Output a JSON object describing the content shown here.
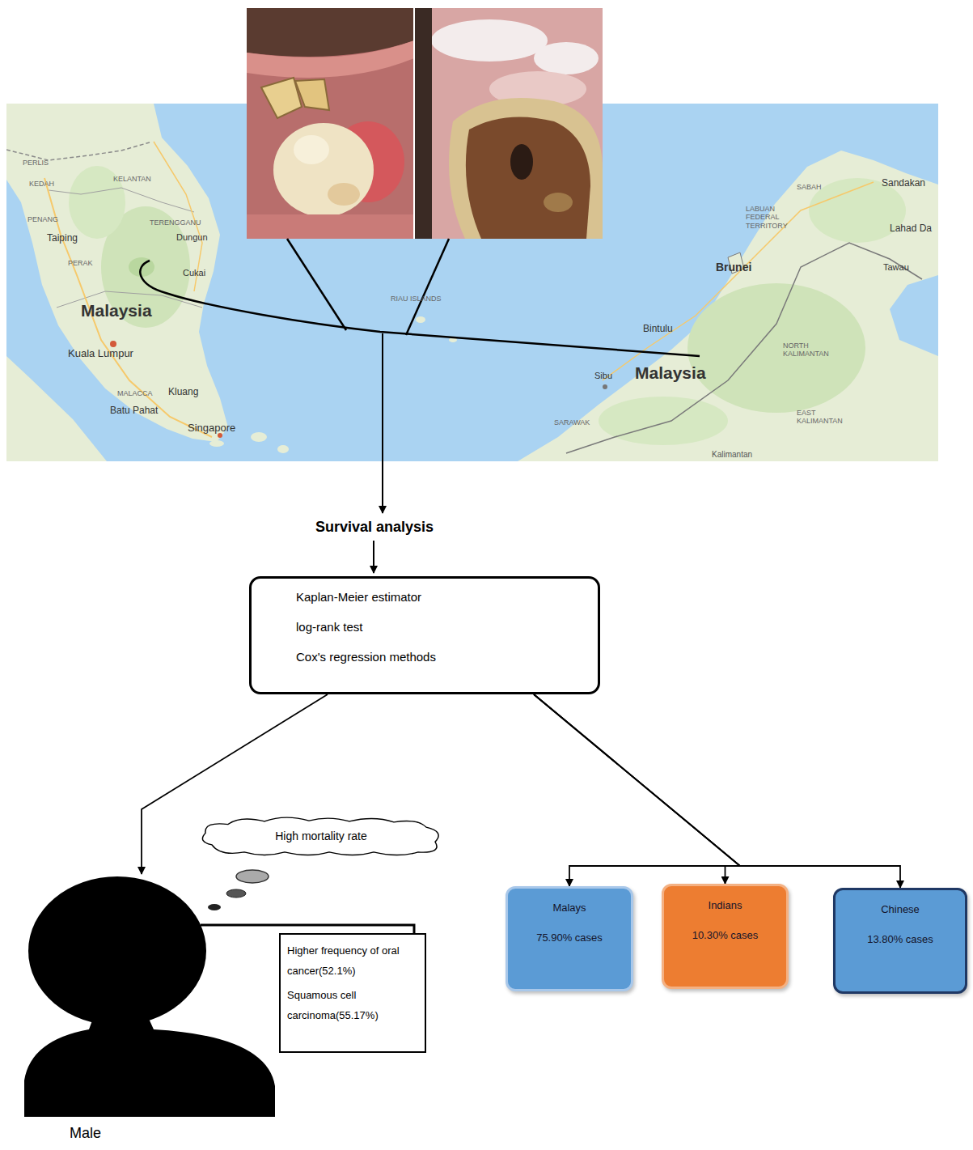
{
  "diagram": {
    "nodes": [
      {
        "text": [
          "Kaplan-Meier estimator",
          "log-rank test",
          "Cox's regression methods"
        ]
      },
      {
        "text": [
          "High mortality rate"
        ]
      },
      {
        "text": [
          "Male"
        ]
      },
      {
        "text": [
          "Higher frequency of oral cancer(52.1%)",
          "Squamous cell carcinoma(55.17%)"
        ]
      },
      {
        "text": [
          "Malays",
          "75.90% cases"
        ]
      },
      {
        "text": [
          "Indians",
          "10.30% cases"
        ]
      },
      {
        "text": [
          "Chinese",
          "13.80% cases"
        ]
      }
    ],
    "edges": [
      {
        "from": 0,
        "to": 2,
        "arrow": "to"
      },
      {
        "from": 0,
        "to": 4,
        "arrow": "to"
      },
      {
        "from": 0,
        "to": 5,
        "arrow": "to"
      },
      {
        "from": 0,
        "to": 6,
        "arrow": "to"
      },
      {
        "from": 2,
        "to": 3,
        "arrow": "none"
      }
    ],
    "labels": [
      "Survival analysis",
      "PERLIS",
      "KEDAH",
      "KELANTAN",
      "PENANG",
      "Taiping",
      "TERENGGANU",
      "Dungun",
      "PERAK",
      "Cukai",
      "Malaysia",
      "Kuala Lumpur",
      "MALACCA",
      "Kluang",
      "Batu Pahat",
      "Singapore",
      "RIAU ISLANDS",
      "SABAH",
      "Sandakan",
      "LABUAN FEDERAL TERRITORY",
      "Lahad Da",
      "Brunei",
      "Tawau",
      "Bintulu",
      "Sibu",
      "Malaysia",
      "NORTH KALIMANTAN",
      "EAST KALIMANTAN",
      "SARAWAK",
      "Kalimantan"
    ]
  }
}
